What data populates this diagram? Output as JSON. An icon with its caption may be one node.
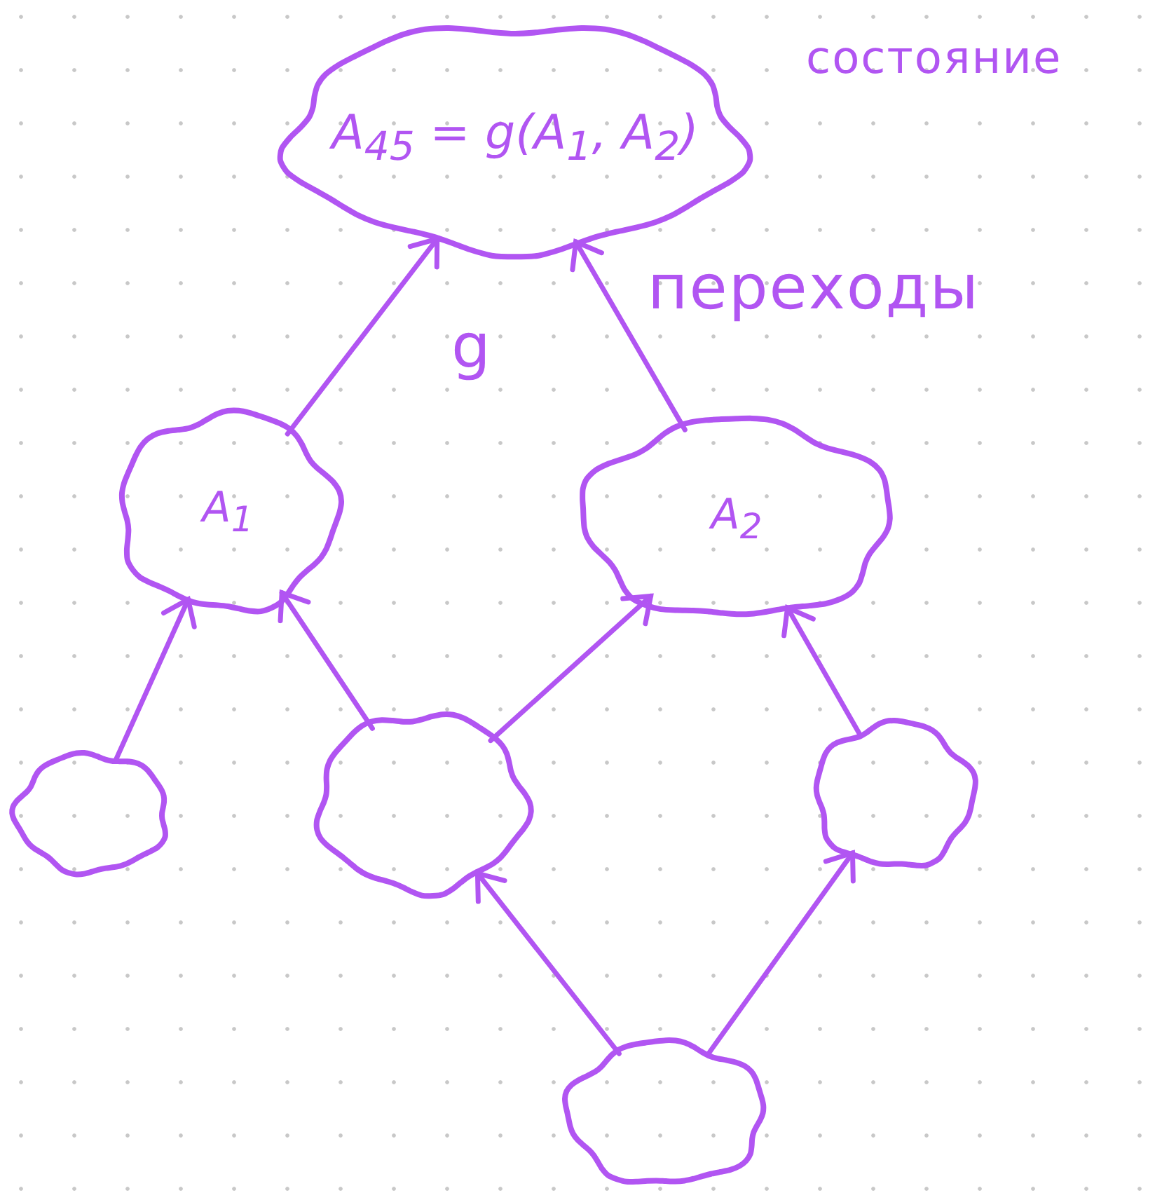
{
  "diagram": {
    "nodes": [
      {
        "text": [
          "A$_{45}$ = g(A$_{1}$, A$_{2}$)"
        ]
      },
      {
        "text": [
          "A$_{1}$"
        ]
      },
      {
        "text": [
          "A$_{2}$"
        ]
      },
      {
        "text": [],
        "shape": "cloud"
      },
      {
        "text": [],
        "shape": "cloud"
      },
      {
        "text": [],
        "shape": "cloud"
      },
      {
        "text": [],
        "shape": "cloud"
      }
    ],
    "edges": [
      {
        "from": 1,
        "to": 0,
        "arrow": "to"
      },
      {
        "from": 2,
        "to": 0,
        "arrow": "to"
      },
      {
        "from": 3,
        "to": 1,
        "arrow": "to"
      },
      {
        "from": 4,
        "to": 1,
        "arrow": "to"
      },
      {
        "from": 4,
        "to": 2,
        "arrow": "to"
      },
      {
        "from": 5,
        "to": 2,
        "arrow": "to"
      },
      {
        "from": 6,
        "to": 4,
        "arrow": "to"
      },
      {
        "from": 6,
        "to": 5,
        "arrow": "to"
      }
    ],
    "labels": [
      "состояние",
      "переходы",
      "g"
    ]
  }
}
